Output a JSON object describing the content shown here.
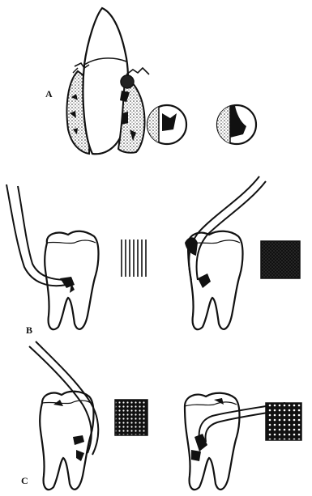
{
  "figure": {
    "panels": [
      {
        "label": "A"
      },
      {
        "label": "B"
      },
      {
        "label": "C"
      }
    ],
    "colors": {
      "ink": "#111111",
      "paper": "#ffffff",
      "stipple": "#555555"
    }
  }
}
